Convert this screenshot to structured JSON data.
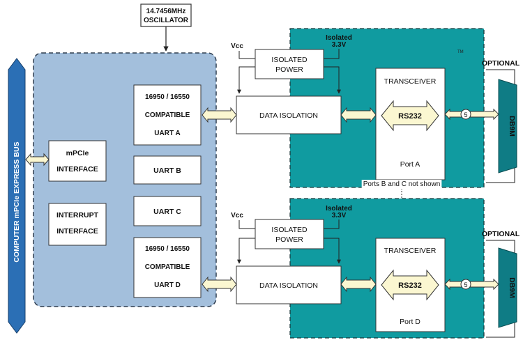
{
  "bus": {
    "label": "COMPUTER  mPCIe EXPRESS  BUS"
  },
  "oscillator": {
    "line1": "14.7456MHz",
    "line2": "OSCILLATOR"
  },
  "mpcie": {
    "line1": "mPCIe",
    "line2": "INTERFACE"
  },
  "interrupt": {
    "line1": "INTERRUPT",
    "line2": "INTERFACE"
  },
  "uart_a": {
    "line1": "16950 / 16550",
    "line2": "COMPATIBLE",
    "line3": "UART A"
  },
  "uart_b": {
    "label": "UART B"
  },
  "uart_c": {
    "label": "UART C"
  },
  "uart_d": {
    "line1": "16950 / 16550",
    "line2": "COMPATIBLE",
    "line3": "UART D"
  },
  "port_a": {
    "vcc": "Vcc",
    "isolated_line1": "Isolated",
    "isolated_line2": "3.3V",
    "power_line1": "ISOLATED",
    "power_line2": "POWER",
    "data_isolation": "DATA  ISOLATION",
    "transceiver": "TRANSCEIVER",
    "rs232": "RS232",
    "port": "Port A",
    "signals": "5",
    "connector_note": "OPTIONAL",
    "connector": "DB9M",
    "tm": "TM"
  },
  "port_d": {
    "vcc": "Vcc",
    "isolated_line1": "Isolated",
    "isolated_line2": "3.3V",
    "power_line1": "ISOLATED",
    "power_line2": "POWER",
    "data_isolation": "DATA  ISOLATION",
    "transceiver": "TRANSCEIVER",
    "rs232": "RS232",
    "port": "Port D",
    "signals": "5",
    "connector_note": "OPTIONAL",
    "connector": "DB9M"
  },
  "note": "Ports B and C not shown",
  "colors": {
    "uart_panel": "#a3bfdc",
    "teal_panel": "#109ba0",
    "bus_blue": "#2b6fb5",
    "arrow_fill": "#fbf7d1",
    "connector_fill": "#0f7c85"
  }
}
